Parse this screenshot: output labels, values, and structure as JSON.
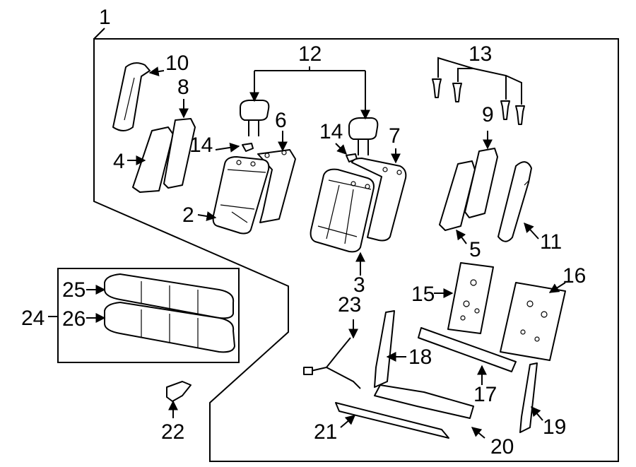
{
  "diagram": {
    "callouts": {
      "c1": "1",
      "c2": "2",
      "c3": "3",
      "c4": "4",
      "c5": "5",
      "c6": "6",
      "c7": "7",
      "c8": "8",
      "c9": "9",
      "c10": "10",
      "c11": "11",
      "c12": "12",
      "c13": "13",
      "c14a": "14",
      "c14b": "14",
      "c15": "15",
      "c16": "16",
      "c17": "17",
      "c18": "18",
      "c19": "19",
      "c20": "20",
      "c21": "21",
      "c22": "22",
      "c23": "23",
      "c24": "24",
      "c25": "25",
      "c26": "26"
    }
  }
}
